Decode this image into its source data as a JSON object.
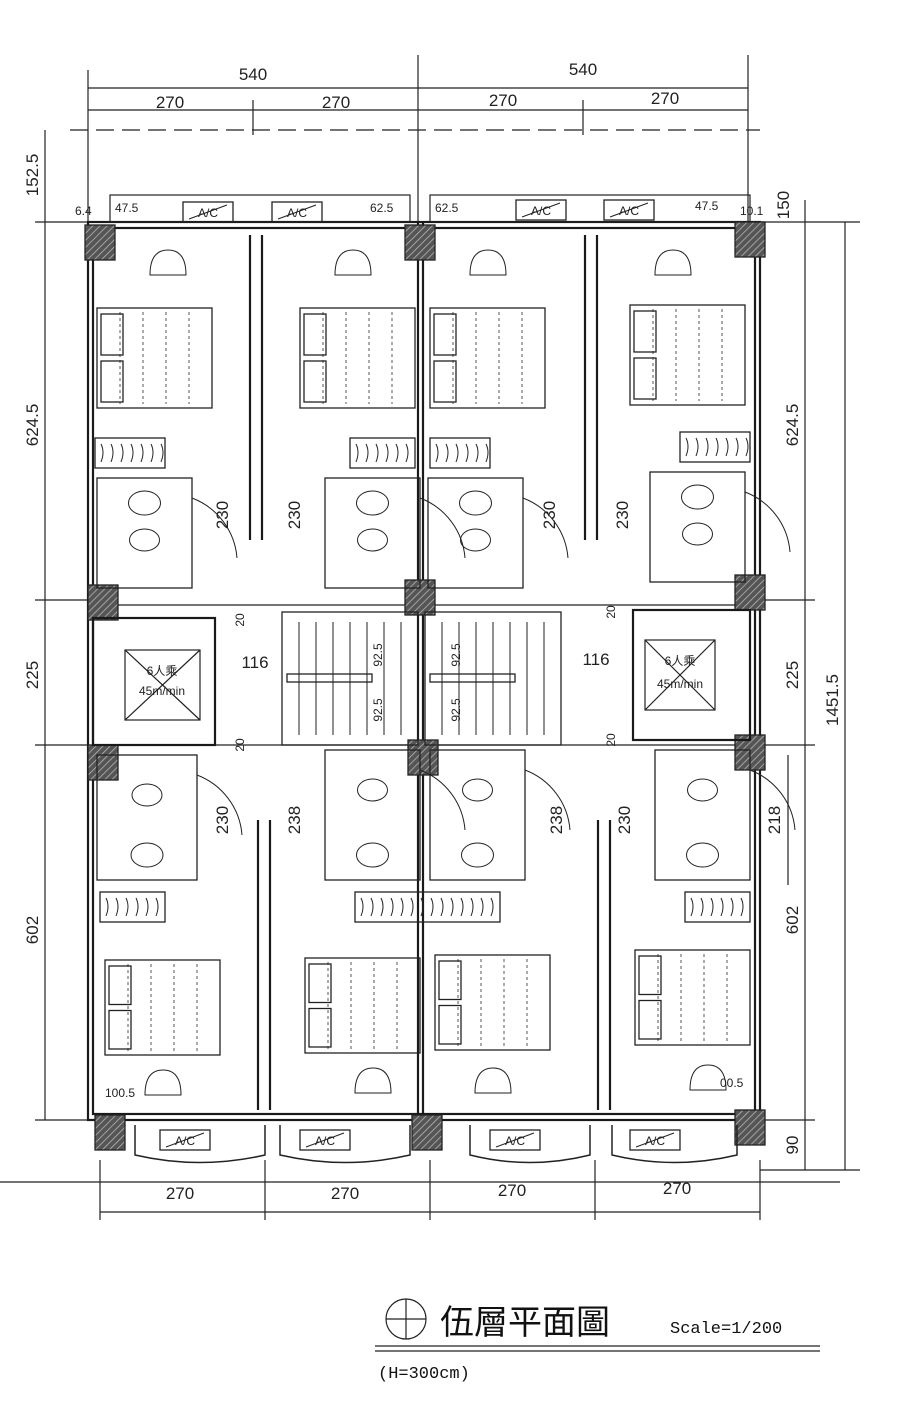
{
  "dimensions": {
    "top_total": [
      "540",
      "540"
    ],
    "top_sub": [
      "270",
      "270",
      "270",
      "270"
    ],
    "bottom_sub": [
      "270",
      "270",
      "270",
      "270"
    ],
    "left": [
      "152.5",
      "624.5",
      "225",
      "602"
    ],
    "right": [
      "150",
      "624.5",
      "225",
      "1451.5",
      "218",
      "602",
      "90"
    ],
    "top_small": [
      "6.4",
      "47.5",
      "62.5",
      "62.5",
      "47.5",
      "10.1"
    ],
    "room_top": [
      "230",
      "230",
      "230",
      "230"
    ],
    "room_bottom": [
      "230",
      "238",
      "238",
      "230"
    ],
    "corridor": [
      "116",
      "116"
    ],
    "gap": [
      "20",
      "20",
      "20",
      "20"
    ],
    "stair": [
      "92.5",
      "92.5",
      "92.5",
      "92.5"
    ],
    "corner": [
      "100.5",
      "00.5"
    ]
  },
  "ac_label": "A/C",
  "elevator": {
    "capacity": "6人乘",
    "speed": "45m/min"
  },
  "title": {
    "name": "伍層平面圖",
    "scale": "Scale=1/200",
    "height": "(H=300cm)"
  }
}
